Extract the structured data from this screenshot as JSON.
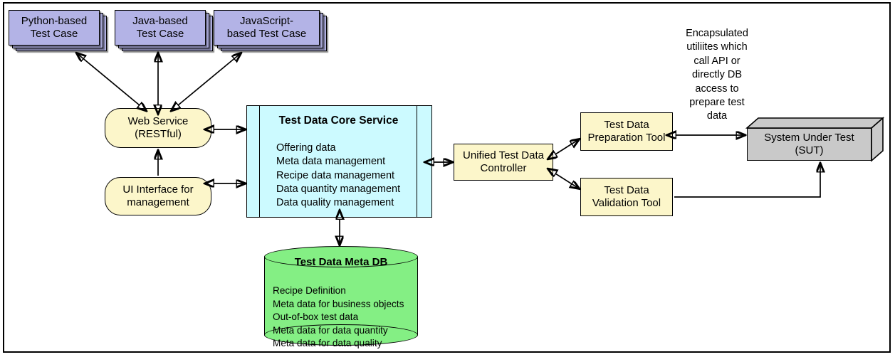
{
  "diagram": {
    "title": "Test Data Management Architecture",
    "colors": {
      "test_case_fill": "#b3b3e6",
      "service_fill": "#fcf6ca",
      "core_fill": "#ccfaff",
      "database_fill": "#84ef84",
      "sut_fill": "#c9c9c9",
      "stroke": "#000000",
      "background": "#ffffff"
    }
  },
  "test_cases": [
    {
      "id": "python-test-case",
      "line1": "Python-based",
      "line2": "Test Case"
    },
    {
      "id": "java-test-case",
      "line1": "Java-based",
      "line2": "Test Case"
    },
    {
      "id": "javascript-test-case",
      "line1": "JavaScript-",
      "line2": "based Test Case"
    }
  ],
  "interfaces": [
    {
      "id": "web-service",
      "line1": "Web Service",
      "line2": "(RESTful)"
    },
    {
      "id": "ui-interface",
      "line1": "UI Interface for",
      "line2": "management"
    }
  ],
  "core_service": {
    "title": "Test Data Core Service",
    "features": [
      "Offering data",
      "Meta data management",
      "Recipe data management",
      "Data quantity management",
      "Data quality management"
    ]
  },
  "database": {
    "title": "Test Data Meta DB",
    "contents": [
      "Recipe Definition",
      "Meta data for business objects",
      "Out-of-box test data",
      "Meta data for data quantity",
      "Meta data for data quality"
    ]
  },
  "controller": {
    "id": "unified-test-data-controller",
    "line1": "Unified Test Data",
    "line2": "Controller"
  },
  "tools": [
    {
      "id": "test-data-preparation-tool",
      "line1": "Test Data",
      "line2": "Preparation Tool"
    },
    {
      "id": "test-data-validation-tool",
      "line1": "Test Data",
      "line2": "Validation Tool"
    }
  ],
  "sut": {
    "id": "system-under-test",
    "line1": "System Under Test",
    "line2": "(SUT)"
  },
  "annotation": {
    "id": "encapsulated-utilities-note",
    "lines": [
      "Encapsulated",
      "utiliites which",
      "call API or",
      "directly DB",
      "access to",
      "prepare test",
      "data"
    ]
  }
}
